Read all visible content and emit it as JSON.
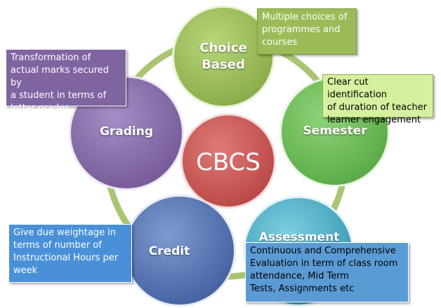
{
  "center": {
    "label": "CBCS",
    "color": "#c0504d"
  },
  "nodes": {
    "choice_based": {
      "label_line1": "Choice",
      "label_line2": "Based",
      "color": "#9bbb59"
    },
    "semester": {
      "label": "Semester",
      "color": "#6fbf5b"
    },
    "assessment": {
      "label": "Assessment",
      "color": "#4bacc6"
    },
    "credit": {
      "label": "Credit",
      "color": "#4f6fad"
    },
    "grading": {
      "label": "Grading",
      "color": "#8064a2"
    }
  },
  "callouts": {
    "choice_based": {
      "lines": [
        "Multiple choices of",
        "programmes and",
        "courses"
      ],
      "color": "#9bbb59"
    },
    "semester": {
      "lines": [
        "Clear cut identification",
        "of duration of teacher",
        "learner engagement"
      ],
      "color": "#d7f0a0"
    },
    "assessment": {
      "lines": [
        "Continuous and Comprehensive",
        "Evaluation in term of class room",
        "attendance, Mid Term",
        "Tests, Assignments etc"
      ],
      "color": "#5b9bd5"
    },
    "credit": {
      "lines": [
        "Give due weightage in",
        "terms of number of",
        "Instructional Hours per",
        "week"
      ],
      "color": "#4a90d9"
    },
    "grading": {
      "lines": [
        "Transformation of",
        "actual marks secured by",
        "a student in terms of",
        "letter grades"
      ],
      "color": "#8064a2"
    }
  }
}
